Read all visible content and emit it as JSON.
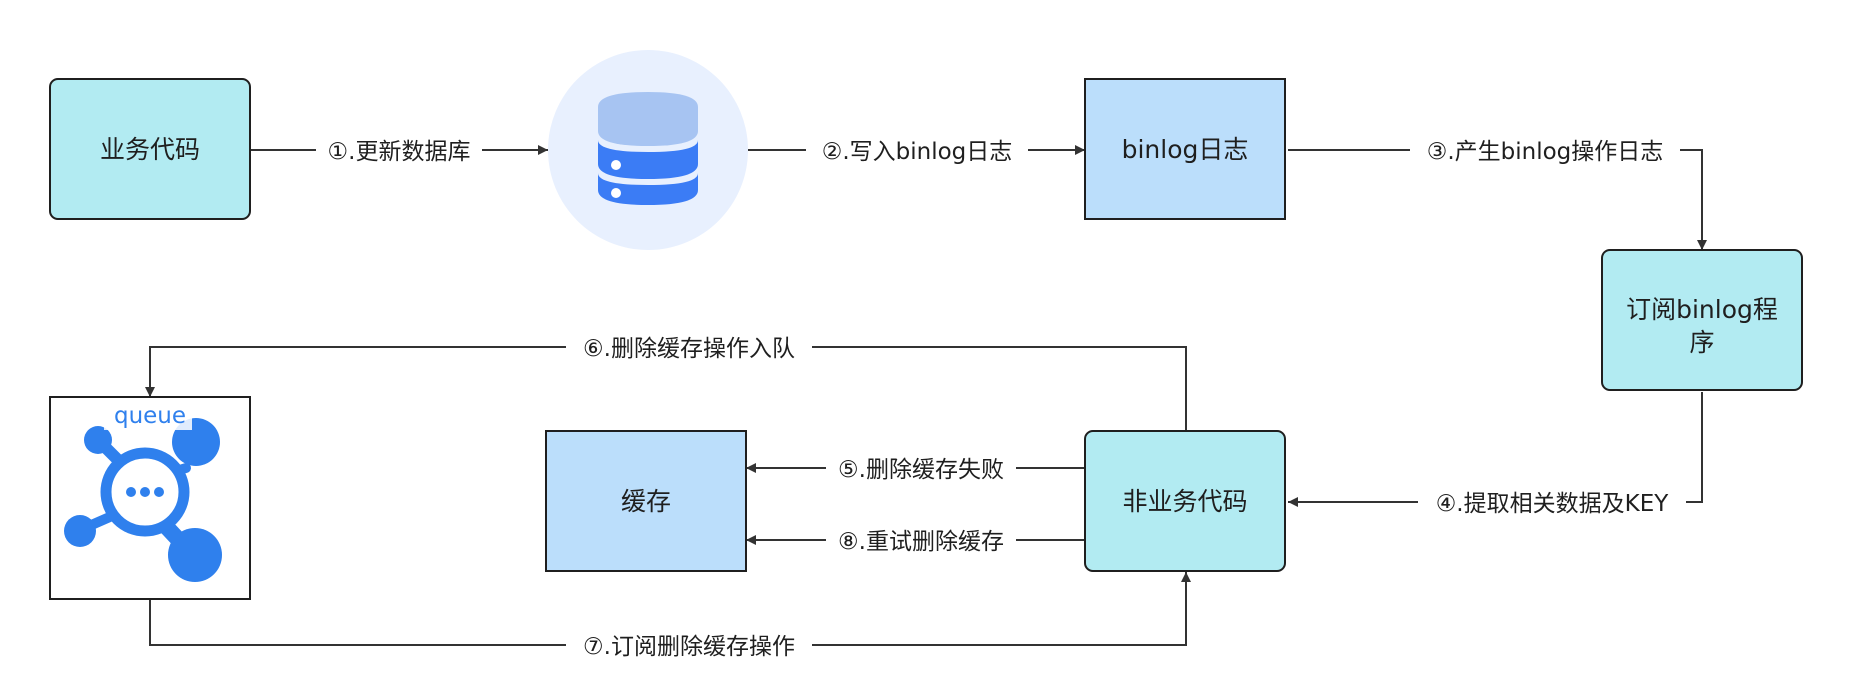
{
  "colors": {
    "node_cyan": "#b2ebf2",
    "node_blue": "#bbdefb",
    "db_circle_bg": "#e8f0fe",
    "db_icon": "#3b7cf5",
    "queue_icon": "#2f80ed",
    "edge": "#333333"
  },
  "nodes": {
    "business_code": "业务代码",
    "binlog_log": "binlog日志",
    "subscriber_line1": "订阅binlog程",
    "subscriber_line2": "序",
    "cache": "缓存",
    "non_business_code": "非业务代码",
    "queue": "queue"
  },
  "icons": {
    "database": "database-icon",
    "queue": "message-queue-icon"
  },
  "edges": {
    "e1": "①.更新数据库",
    "e2": "②.写入binlog日志",
    "e3": "③.产生binlog操作日志",
    "e4": "④.提取相关数据及KEY",
    "e5": "⑤.删除缓存失败",
    "e6": "⑥.删除缓存操作入队",
    "e7": "⑦.订阅删除缓存操作",
    "e8": "⑧.重试删除缓存"
  }
}
